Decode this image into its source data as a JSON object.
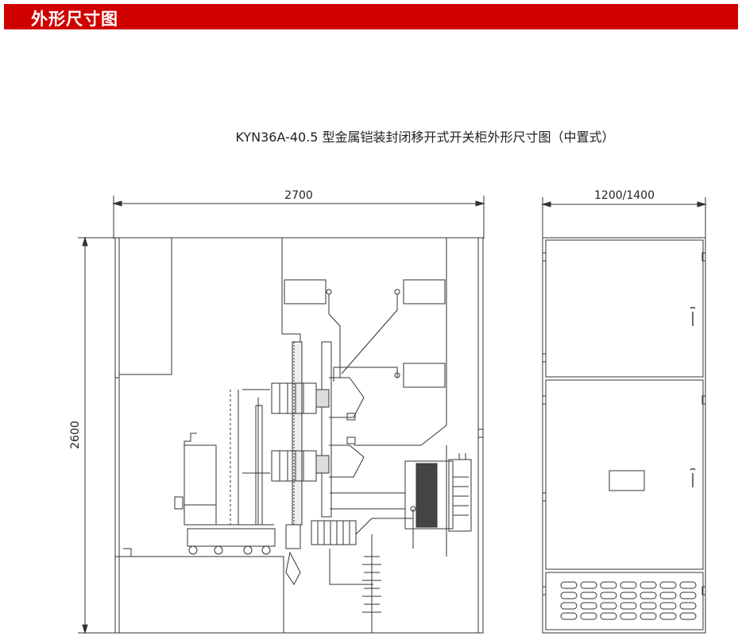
{
  "header": {
    "title": "外形尺寸图"
  },
  "drawing": {
    "title": "KYN36A-40.5 型金属铠装封闭移开式开关柜外形尺寸图（中置式）",
    "dimensions": {
      "front_width": "2700",
      "height": "2600",
      "side_width": "1200/1400"
    }
  },
  "colors": {
    "header_bar": "#d00000",
    "header_text": "#ffffff",
    "line": "#333333"
  }
}
